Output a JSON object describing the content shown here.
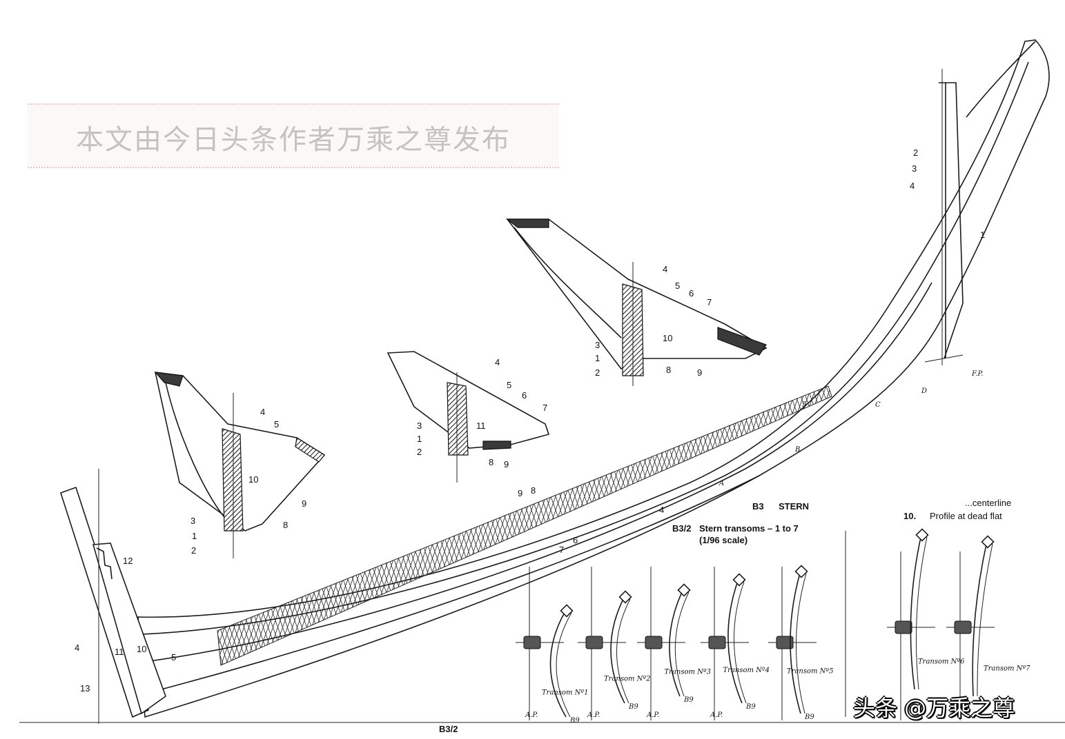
{
  "heading": {
    "code": "B3",
    "title": "STERN"
  },
  "caption": {
    "code": "B3/2",
    "title": "Stern transoms – 1 to 7",
    "scale": "(1/96 scale)"
  },
  "profile": {
    "number": "10.",
    "title": "Profile at dead flat",
    "partial": "...centerline"
  },
  "bottom_partial": "B3/2",
  "bow_marks": {
    "fp": "F.P.",
    "d": "D",
    "c": "C",
    "five": "5",
    "b": "B",
    "a": "A"
  },
  "keel_labels": {
    "l1": "1",
    "l2": "2",
    "l3": "3",
    "l4": "4",
    "b4": "4",
    "b6": "6",
    "b7": "7",
    "b8": "8",
    "b9": "9"
  },
  "stern_labels": {
    "l12": "12",
    "l4": "4",
    "l11": "11",
    "l10": "10",
    "l5": "5",
    "l13": "13"
  },
  "transom_left": {
    "l4": "4",
    "l5": "5",
    "l10": "10",
    "l9": "9",
    "l8": "8",
    "l3": "3",
    "l1": "1",
    "l2": "2"
  },
  "transom_mid": {
    "l4": "4",
    "l5": "5",
    "l6": "6",
    "l7": "7",
    "l3": "3",
    "l1": "1",
    "l11": "11",
    "l2": "2",
    "l8": "8",
    "l9": "9"
  },
  "transom_right": {
    "l4": "4",
    "l5": "5",
    "l6": "6",
    "l7": "7",
    "l10": "10",
    "l3": "3",
    "l1": "1",
    "l2": "2",
    "l8": "8",
    "l9": "9"
  },
  "transoms": [
    {
      "label": "Transom Nº1",
      "mark": "B9",
      "ap": "A.P."
    },
    {
      "label": "Transom Nº2",
      "mark": "B9",
      "ap": "A.P."
    },
    {
      "label": "Transom Nº3",
      "mark": "B9",
      "ap": "A.P."
    },
    {
      "label": "Transom Nº4",
      "mark": "B9",
      "ap": "A.P."
    },
    {
      "label": "Transom Nº5",
      "mark": "B9"
    },
    {
      "label": "Transom Nº6"
    },
    {
      "label": "Transom Nº7"
    }
  ],
  "watermark": "本文由今日头条作者万乘之尊发布",
  "credit": "头条 @万乘之尊"
}
